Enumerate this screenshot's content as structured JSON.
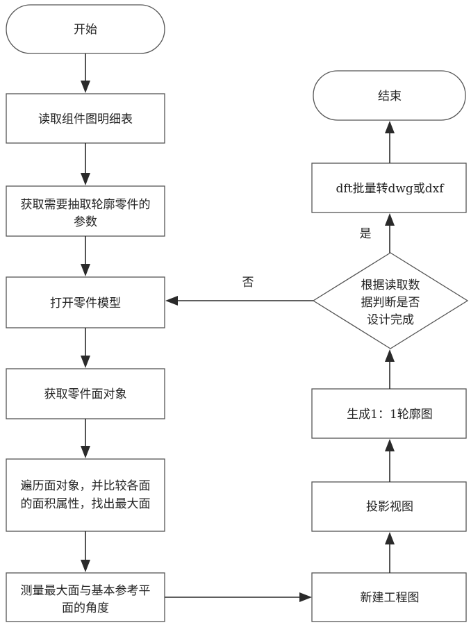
{
  "nodes": {
    "start": "开始",
    "read_bom": "读取组件图明细表",
    "get_params_1": "获取需要抽取轮廓零件的",
    "get_params_2": "参数",
    "open_model": "打开零件模型",
    "get_faces": "获取零件面对象",
    "traverse_1": "遍历面对象，并比较各面",
    "traverse_2": "的面积属性，找出最大面",
    "measure_1": "测量最大面与基本参考平",
    "measure_2": "面的角度",
    "new_drawing": "新建工程图",
    "projection": "投影视图",
    "generate_outline": "生成1：1轮廓图",
    "decision_1": "根据读取数",
    "decision_2": "据判断是否",
    "decision_3": "设计完成",
    "convert": "dft批量转dwg或dxf",
    "end": "结束"
  },
  "edge_labels": {
    "yes": "是",
    "no": "否"
  },
  "colors": {
    "stroke": "#555555",
    "arrow": "#2a2a2a",
    "text": "#222222",
    "background": "#ffffff"
  }
}
